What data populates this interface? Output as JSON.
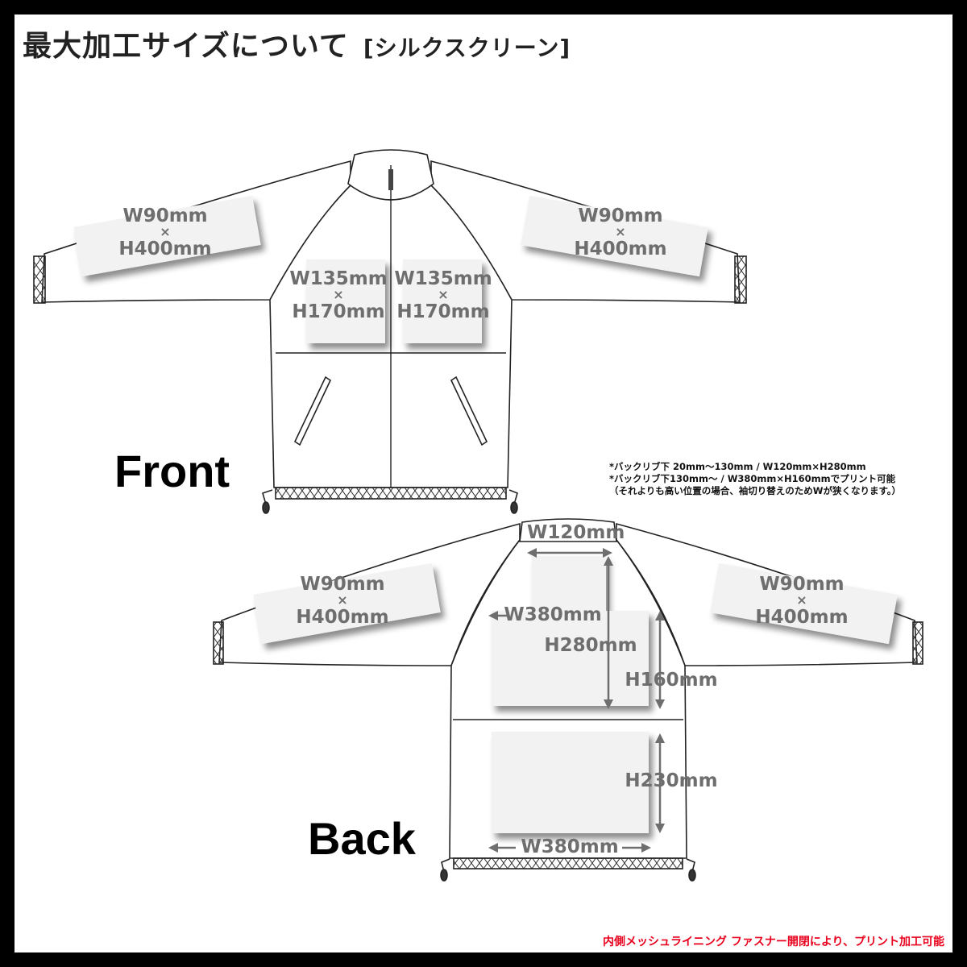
{
  "header": {
    "title": "最大加工サイズについて",
    "subtitle": "[シルクスクリーン]"
  },
  "front": {
    "view_label": "Front",
    "areas": [
      {
        "id": "front-right-sleeve",
        "w": "W90mm",
        "h": "H400mm"
      },
      {
        "id": "front-left-sleeve",
        "w": "W90mm",
        "h": "H400mm"
      },
      {
        "id": "front-right-chest",
        "w": "W135mm",
        "h": "H170mm"
      },
      {
        "id": "front-left-chest",
        "w": "W135mm",
        "h": "H170mm"
      }
    ]
  },
  "back": {
    "view_label": "Back",
    "sleeve_right": {
      "w": "W90mm",
      "h": "H400mm"
    },
    "sleeve_left": {
      "w": "W90mm",
      "h": "H400mm"
    },
    "neck_width": "W120mm",
    "upper_width": "W380mm",
    "upper_height_a": "H280mm",
    "upper_height_b": "H160mm",
    "lower_height": "H230mm",
    "lower_width": "W380mm"
  },
  "symbols": {
    "times": "×"
  },
  "notes": [
    "*バックリブ下 20mm〜130mm / W120mm×H280mm",
    "*バックリブ下130mm〜  / W380mm×H160mmでプリント可能",
    "（それよりも高い位置の場合、袖切り替えのためWが狭くなります。）"
  ],
  "footer": {
    "text": "内側メッシュライニング ファスナー開閉により、プリント加工可能",
    "color": "#e8001c"
  },
  "colors": {
    "label_gray": "#6e6e6e",
    "print_area": "#f2f2f2",
    "outline": "#222222"
  }
}
